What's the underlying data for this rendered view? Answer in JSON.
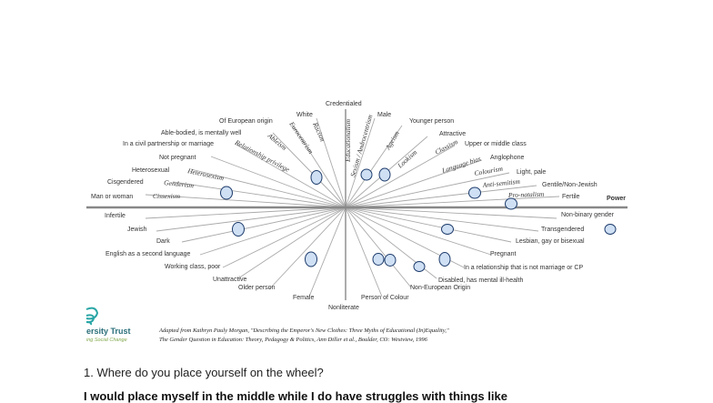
{
  "diagram": {
    "top_label": "Credentialed",
    "bottom_label": "Nonliterate",
    "power_label": "Power",
    "upper_left": [
      "Of European origin",
      "Able-bodied, is mentally well",
      "In a civil partnership or marriage",
      "Not pregnant",
      "Heterosexual",
      "Cisgendered",
      "Man or woman"
    ],
    "upper_left_top": [
      "White"
    ],
    "upper_right": [
      "Male",
      "Younger person",
      "Attractive",
      "Upper or middle class",
      "Anglophone",
      "Light, pale",
      "Gentile/Non-Jewish",
      "Fertile"
    ],
    "lower_left": [
      "Infertile",
      "Jewish",
      "Dark",
      "English as a second language",
      "Working class, poor",
      "Unattractive",
      "Older person",
      "Female"
    ],
    "lower_right": [
      "Non-binary gender",
      "Transgendered",
      "Lesbian, gay or bisexual",
      "Pregnant",
      "In a relationship that is not marriage or CP",
      "Disabled, has mental ill-health",
      "Non-European Origin",
      "Person of Colour"
    ],
    "oppressions_left": [
      "Ableism",
      "Eurocentrism",
      "Racism",
      "Relationship privilege",
      "Heterosexism",
      "Genderism",
      "Cissexism"
    ],
    "oppressions_right": [
      "Educationalism",
      "Sexism / Androcentrism",
      "Ageism",
      "Lookism",
      "Classism",
      "Language bias",
      "Colourism",
      "Anti-semitism",
      "Pro-natalism"
    ]
  },
  "logo": {
    "name": "ersity Trust",
    "tagline": "ing Social Change"
  },
  "credit": {
    "line1": "Adapted from Kathryn Pauly Morgan, \"Describing the Emperor's New Clothes: Three Myths of Educational (In)Equality,\"",
    "line2": "The Gender Question in Education: Theory, Pedagogy & Politics, Ann Diller et al., Boulder, CO: Westview, 1996"
  },
  "question": "1. Where do you place yourself on the wheel?",
  "answer": "I would place myself in the middle while I do have struggles with things like"
}
